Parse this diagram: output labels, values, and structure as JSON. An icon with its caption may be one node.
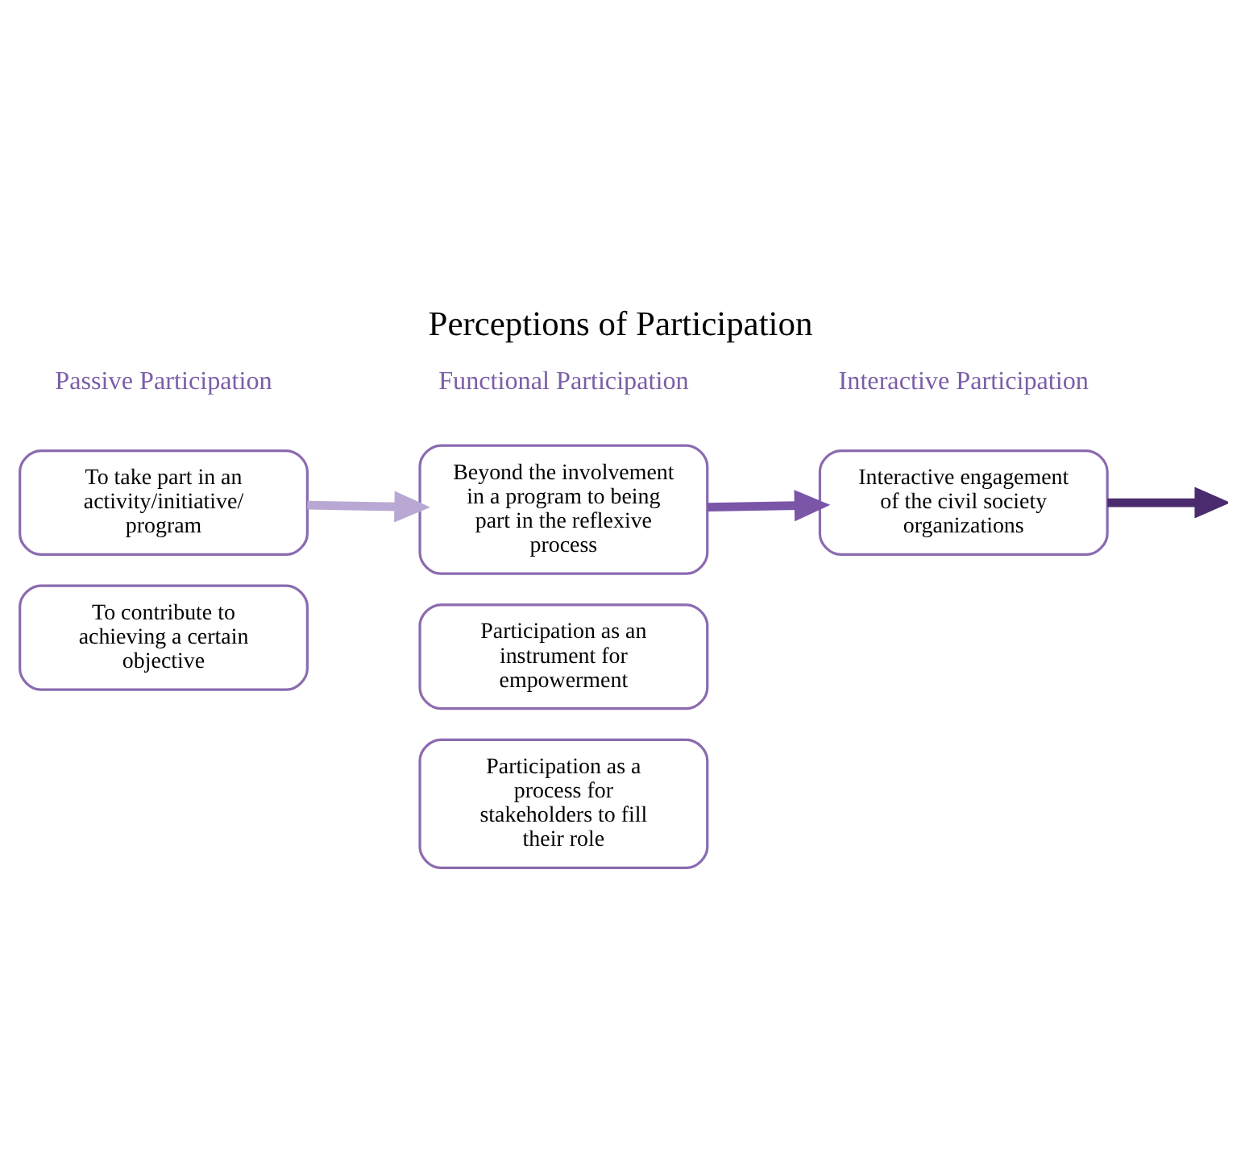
{
  "diagram": {
    "title": "Perceptions of Participation",
    "nodes": [
      {
        "text": [
          "To take part in an activity/initiative/ program"
        ]
      },
      {
        "text": [
          "To contribute to achieving a certain objective"
        ]
      },
      {
        "text": [
          "Beyond the involvement in a program to being part in the reflexive process"
        ]
      },
      {
        "text": [
          "Participation as an instrument for empowerment"
        ]
      },
      {
        "text": [
          "Participation as a process for stakeholders to fill their role"
        ]
      },
      {
        "text": [
          "Interactive engagement of the civil society organizations"
        ]
      }
    ],
    "edges": [
      {
        "from": 0,
        "to": 2,
        "arrow": "to",
        "color": "#b9a8d3"
      },
      {
        "from": 2,
        "to": 5,
        "arrow": "to",
        "color": "#7a55a8"
      },
      {
        "from": 5,
        "to": null,
        "arrow": "to",
        "color": "#4a2c6e"
      }
    ],
    "labels": [
      "Passive Participation",
      "Functional Participation",
      "Interactive Participation"
    ]
  }
}
